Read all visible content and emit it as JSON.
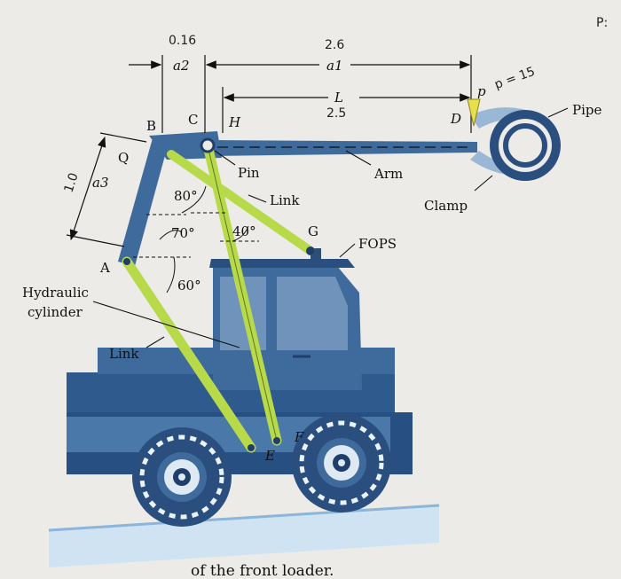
{
  "labels": {
    "a2": "a2",
    "a1": "a1",
    "L": "L",
    "a3": "a3",
    "B": "B",
    "C": "C",
    "H": "H",
    "D": "D",
    "Q": "Q",
    "A": "A",
    "G": "G",
    "E": "E",
    "F": "F",
    "pin": "Pin",
    "arm": "Arm",
    "link_upper": "Link",
    "link_lower": "Link",
    "clamp": "Clamp",
    "pipe": "Pipe",
    "fops": "FOPS",
    "hydraulic_1": "Hydraulic",
    "hydraulic_2": "cylinder",
    "angle_80": "80°",
    "angle_70": "70°",
    "angle_40": "40°",
    "angle_60": "60°",
    "p_label": "p"
  },
  "handwritten": {
    "a2_value": "0.16",
    "a1_value": "2.6",
    "L_value": "2.5",
    "a3_value": "1.0",
    "p_value": "p = 15",
    "corner_mark": "P:"
  },
  "caption": "of the front loader.",
  "colors": {
    "body_blue": "#3e6b9c",
    "dark_blue": "#1f3f6a",
    "link_green": "#b8d94a",
    "ground": "#cfe3f3",
    "paper": "#ecebe7",
    "pencil": "#222222"
  }
}
